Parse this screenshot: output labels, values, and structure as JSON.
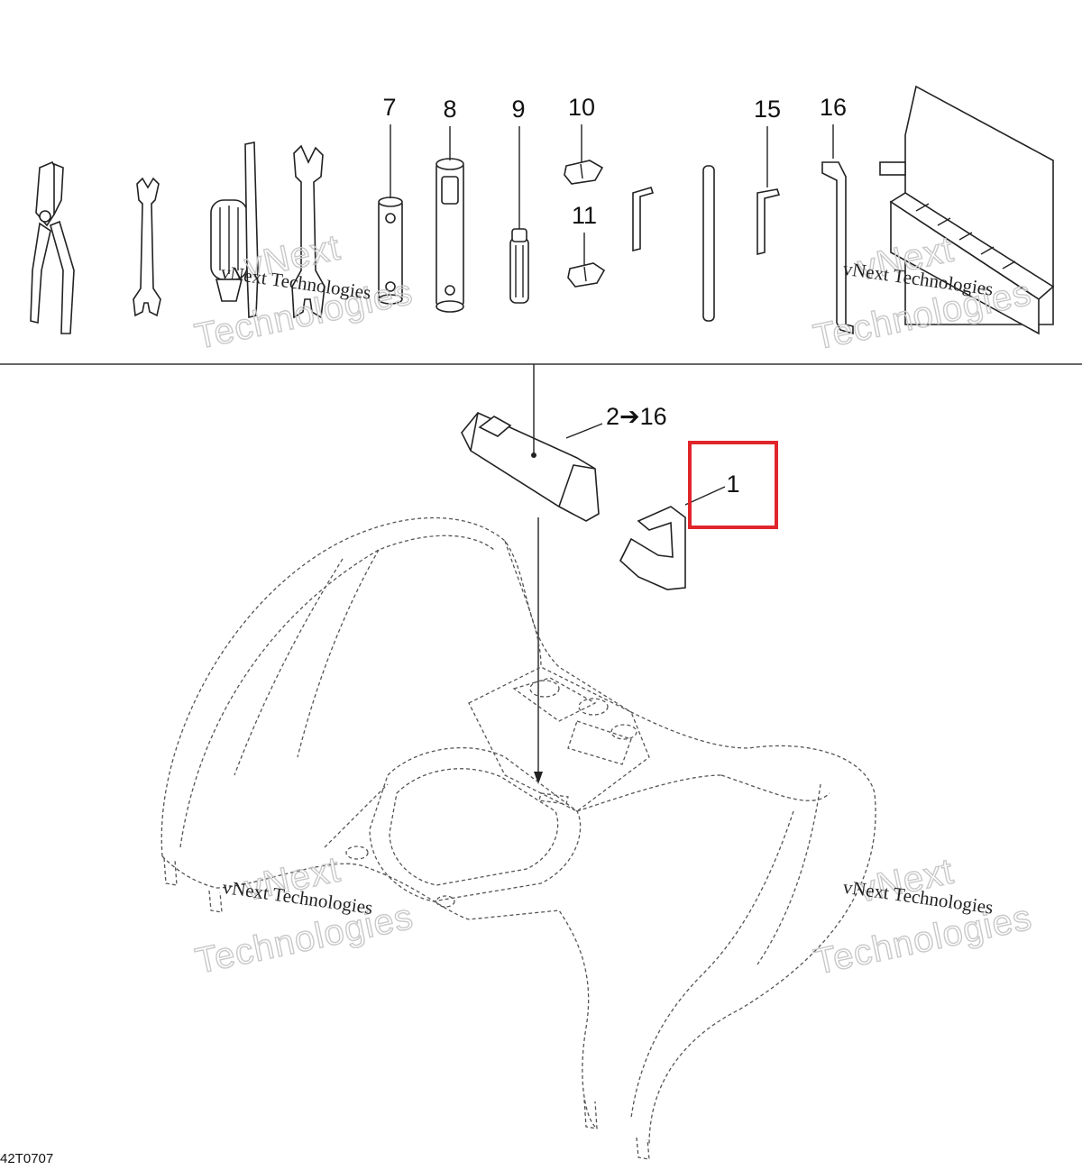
{
  "diagram": {
    "callouts": {
      "c7": "7",
      "c8": "8",
      "c9": "9",
      "c10": "10",
      "c11": "11",
      "c15": "15",
      "c16": "16",
      "c2_16": "2➔16",
      "c1": "1"
    },
    "figure_id": "42T0707",
    "highlight_color": "#e0252b"
  },
  "watermark": {
    "line1": "vNext Technologies",
    "line2_a": "vNext",
    "line2_b": "Technologies"
  }
}
